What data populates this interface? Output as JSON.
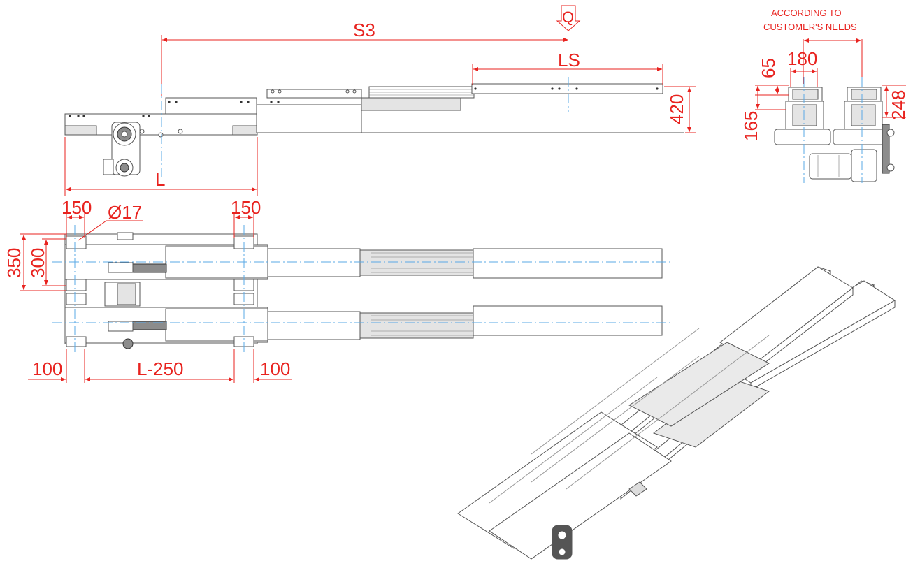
{
  "labels": {
    "s3": "S3",
    "q": "Q",
    "ls": "LS",
    "h420": "420",
    "l": "L",
    "w150_left": "150",
    "w150_right": "150",
    "dia17": "Ø17",
    "w350": "350",
    "w300": "300",
    "w100_left": "100",
    "l250": "L-250",
    "w100_right": "100",
    "according_line1": "ACCORDING TO",
    "according_line2": "CUSTOMER'S NEEDS",
    "w65": "65",
    "w180": "180",
    "w165": "165",
    "w248": "248"
  },
  "colors": {
    "dimension": "#e8231f",
    "centerline": "#5aa9e6",
    "outline": "#555555"
  }
}
